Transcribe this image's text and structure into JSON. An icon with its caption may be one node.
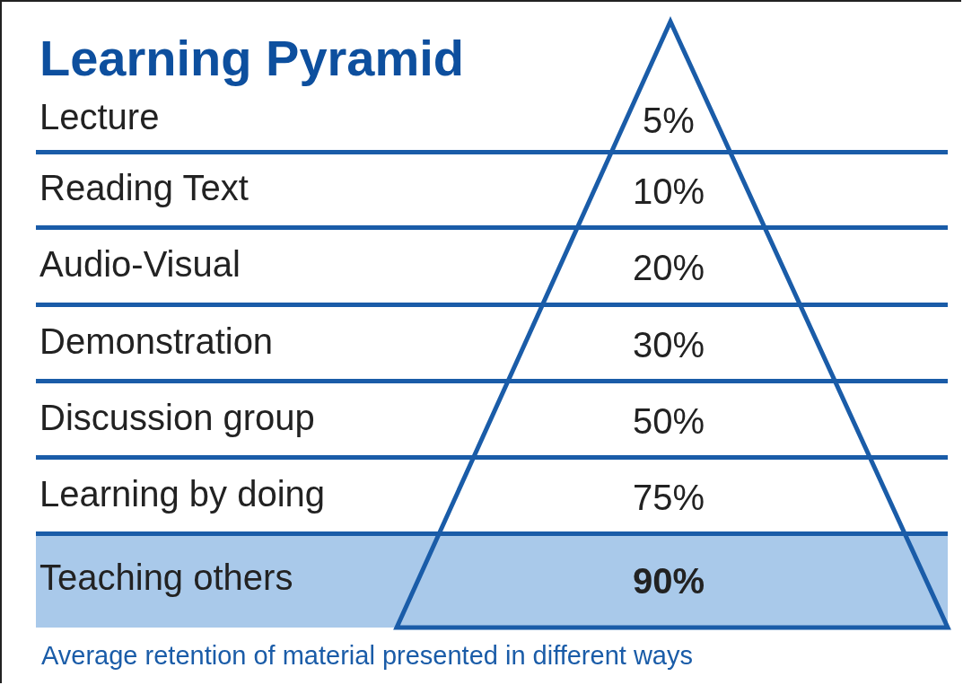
{
  "diagram": {
    "title": "Learning Pyramid",
    "caption": "Average retention of material presented in different ways",
    "nodes": [
      {
        "text": [
          "Lecture",
          "5%"
        ]
      },
      {
        "text": [
          "Reading Text",
          "10%"
        ]
      },
      {
        "text": [
          "Audio-Visual",
          "20%"
        ]
      },
      {
        "text": [
          "Demonstration",
          "30%"
        ]
      },
      {
        "text": [
          "Discussion group",
          "50%"
        ]
      },
      {
        "text": [
          "Learning by doing",
          "75%"
        ]
      },
      {
        "text": [
          "Teaching others",
          "90%"
        ]
      }
    ],
    "edges": []
  }
}
